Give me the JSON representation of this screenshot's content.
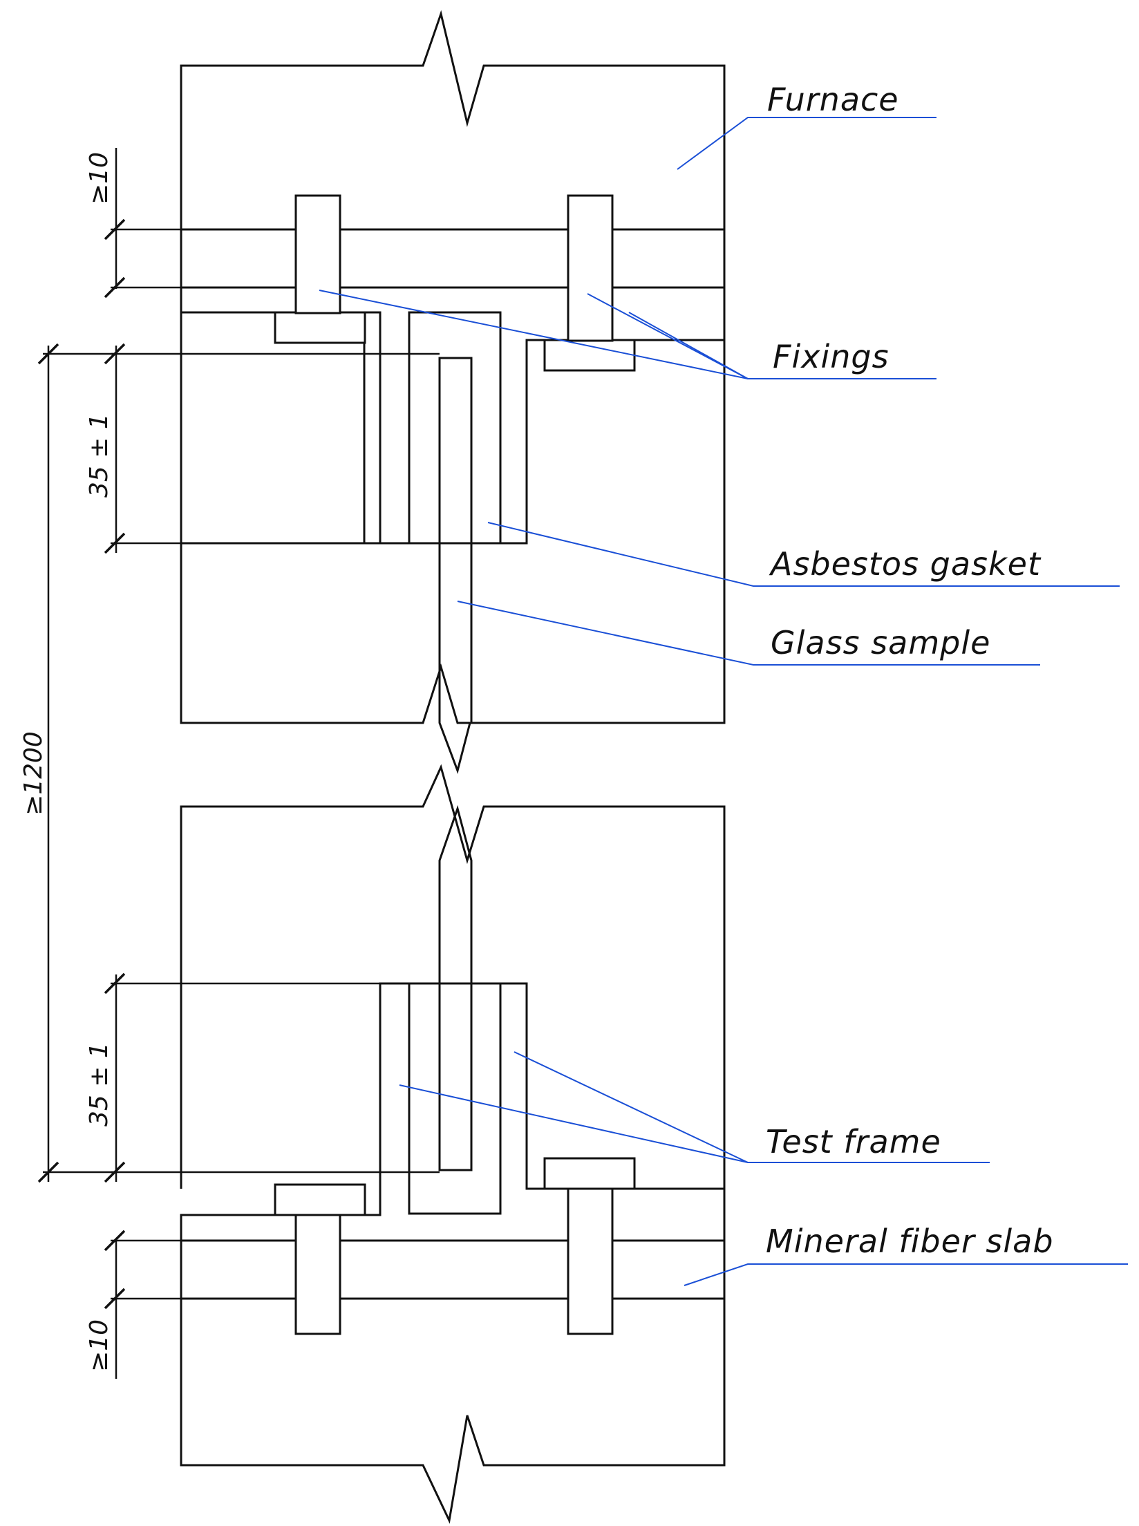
{
  "labels": {
    "furnace": "Furnace",
    "fixings": "Fixings",
    "asbestos_gasket": "Asbestos gasket",
    "glass_sample": "Glass sample",
    "test_frame": "Test frame",
    "mineral_fiber_slab": "Mineral fiber slab"
  },
  "dimensions": {
    "top_slab": "≥10",
    "top_frame_depth": "35 ± 1",
    "total_height": "≥1200",
    "bottom_frame_depth": "35 ± 1",
    "bottom_slab": "≥10"
  },
  "colors": {
    "leader": "#1a4fd6",
    "outline": "#111111"
  }
}
